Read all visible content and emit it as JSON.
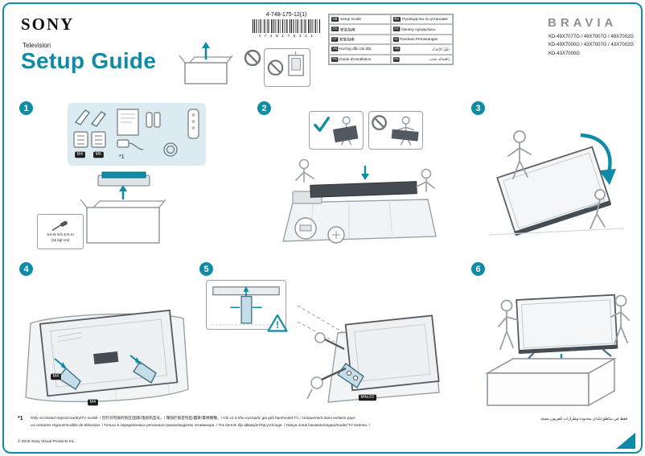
{
  "accent_color": "#0E8CA6",
  "header": {
    "brand": "SONY",
    "subtitle": "Television",
    "title": "Setup Guide",
    "part_number": "4-748-175-12(1)",
    "barcode_digits": "4 7 4 8 1 7 5 1 2 1",
    "bravia": "BRAVIA",
    "models": [
      "KD-49X7077G / 49X7007G / 49X7002G",
      "KD-49X7000G / 43X7007G / 43X7002G",
      "KD-43X7000G"
    ],
    "languages": [
      {
        "code": "GB",
        "label": "Setup Guide"
      },
      {
        "code": "CN",
        "label": "安装指南"
      },
      {
        "code": "CT",
        "label": "安裝指南"
      },
      {
        "code": "VN",
        "label": "Hướng dẫn cài đặt"
      },
      {
        "code": "FR",
        "label": "Guide d'installation"
      },
      {
        "code": "RU",
        "label": "Руководство по установке"
      },
      {
        "code": "KZ",
        "label": "Орнату нұсқаулығы"
      },
      {
        "code": "ID",
        "label": "Panduan Pemasangan"
      },
      {
        "code": "AR",
        "label": "دليل الإعداد"
      },
      {
        "code": "FA",
        "label": "راهنمای نصب"
      }
    ]
  },
  "steps": [
    {
      "number": "1"
    },
    {
      "number": "2"
    },
    {
      "number": "3"
    },
    {
      "number": "4"
    },
    {
      "number": "5"
    },
    {
      "number": "6"
    }
  ],
  "step1": {
    "badge_m4": "M4",
    "badge_m6": "M6",
    "note_ref": "*1",
    "torque_line1": "5.5 N·m/1.5 N·m",
    "torque_line2": "(15 kgf·cm)"
  },
  "step4": {
    "badge_upper": "M4",
    "badge_lower": "M4"
  },
  "step5": {
    "badge": "M4x20",
    "warning_mark": "!"
  },
  "footer": {
    "note_ref": "*1",
    "note_line1": "Only on limited region/country/TV model. / 仅针对有限的地区/国家/电视机型号。/ 僅限於限定地區/國家/電視機種。/ Chỉ có ở khu vực/quốc gia giới hạn/model TV. / Uniquement dans certains pays",
    "note_line2": "ou certaines régions/modèle de télévision. / Только в определенных регионах/странах/моделях телевизора. / Тек белгілі бір аймақ/ел/ТД үлгісінде. / Hanya untuk kawasan/negara/model TV tertentu. /",
    "note_arabic": "فقط في مناطق/بلدان محدودة وطرازات تلفزيون معينة.",
    "copyright": "© 2019 Sony Visual Products Inc."
  }
}
